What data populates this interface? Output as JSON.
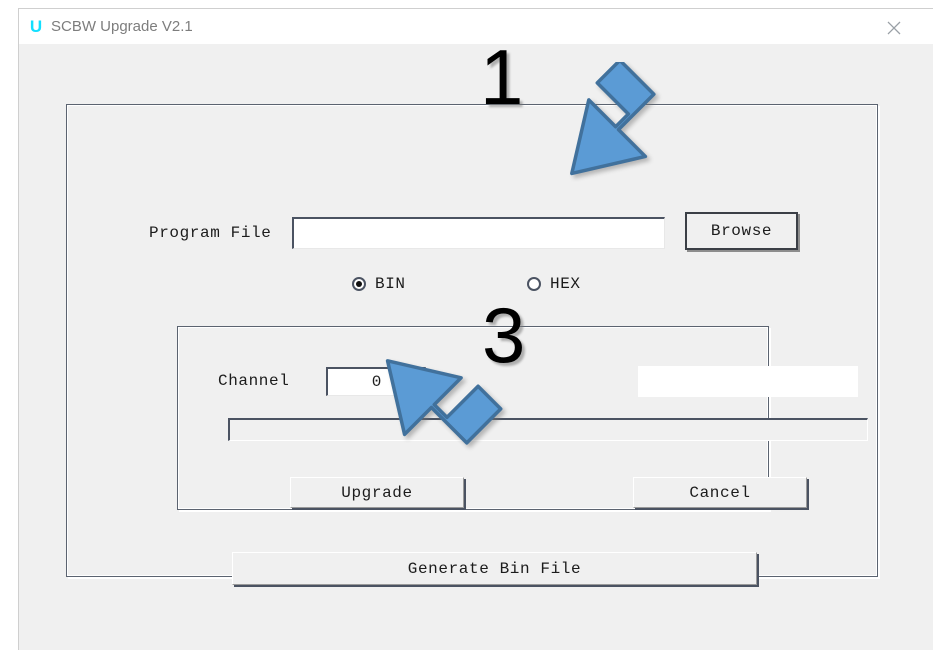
{
  "window": {
    "app_icon_letter": "U",
    "title": "SCBW Upgrade V2.1",
    "close_icon": "close-icon"
  },
  "form": {
    "program_file": {
      "label": "Program File",
      "value": "",
      "placeholder": ""
    },
    "browse_button_label": "Browse",
    "file_format": {
      "options": [
        {
          "id": "bin",
          "label": "BIN",
          "selected": true
        },
        {
          "id": "hex",
          "label": "HEX",
          "selected": false
        }
      ]
    },
    "channel": {
      "label": "Channel",
      "value": "0",
      "placeholder": ""
    },
    "status_field": {
      "value": "",
      "placeholder": ""
    },
    "progress": {
      "percent": 0,
      "value_text": ""
    },
    "upgrade_button_label": "Upgrade",
    "cancel_button_label": "Cancel",
    "generate_button_label": "Generate Bin File"
  },
  "annotations": {
    "arrow_color": "#5B9BD5",
    "arrow_outline_color": "#41719C",
    "number_color": "#000000",
    "steps": [
      {
        "number": "1",
        "points_to": "browse-button"
      },
      {
        "number": "3",
        "points_to": "upgrade-button"
      }
    ]
  },
  "colors": {
    "window_background": "#FFFFFF",
    "client_background": "#F0F0F0",
    "frame_border": "#5B6370",
    "text": "#1C1C1C",
    "title_text": "#7D7D7D",
    "app_icon": "#12DFFF",
    "input_background": "#FFFFFF"
  }
}
